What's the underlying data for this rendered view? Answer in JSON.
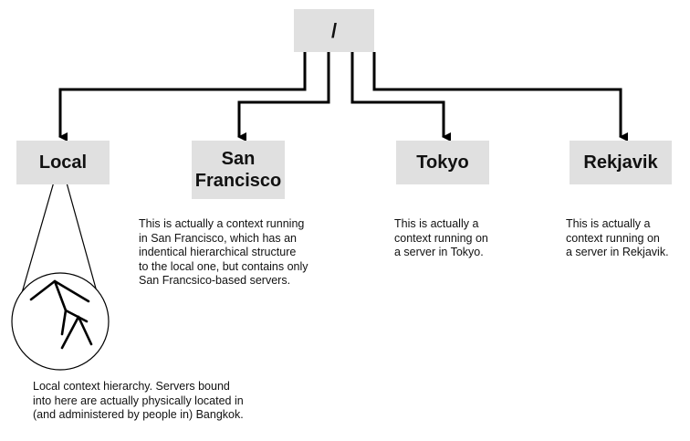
{
  "root": {
    "label": "/"
  },
  "nodes": {
    "local": {
      "label": "Local"
    },
    "san_francisco": {
      "line1": "San",
      "line2": "Francisco"
    },
    "tokyo": {
      "label": "Tokyo"
    },
    "rekjavik": {
      "label": "Rekjavik"
    }
  },
  "descriptions": {
    "san_francisco": "This is actually a context running\nin San Francisco, which has an\nindentical hierarchical structure\nto the local one, but contains only\nSan Francsico-based servers.",
    "tokyo": "This is actually a\ncontext running on\na server in Tokyo.",
    "rekjavik": "This is actually a\ncontext running on\na server in Rekjavik.",
    "local": "Local context hierarchy. Servers bound\ninto here are actually physically located in\n(and administered by people in) Bangkok."
  },
  "colors": {
    "box_fill": "#e0e0e0",
    "line": "#000000"
  }
}
